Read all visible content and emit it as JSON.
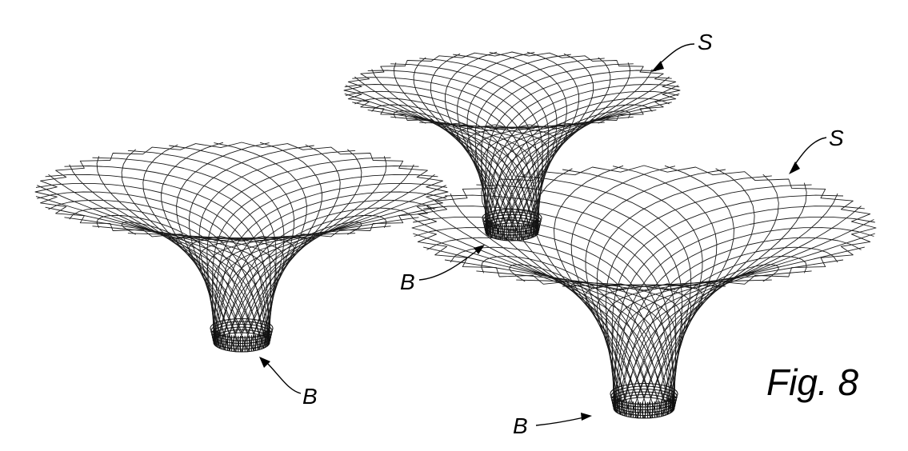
{
  "figure": {
    "caption": "Fig. 8",
    "ink_color": "#1a1a1a",
    "background_color": "#ffffff"
  },
  "shells": [
    {
      "id": "left",
      "rim_label": "",
      "base_label": "B",
      "rim_points": 28
    },
    {
      "id": "back-center",
      "rim_label": "S",
      "base_label": "B",
      "rim_points": 28
    },
    {
      "id": "front-right",
      "rim_label": "S",
      "base_label": "B",
      "rim_points": 28
    }
  ]
}
